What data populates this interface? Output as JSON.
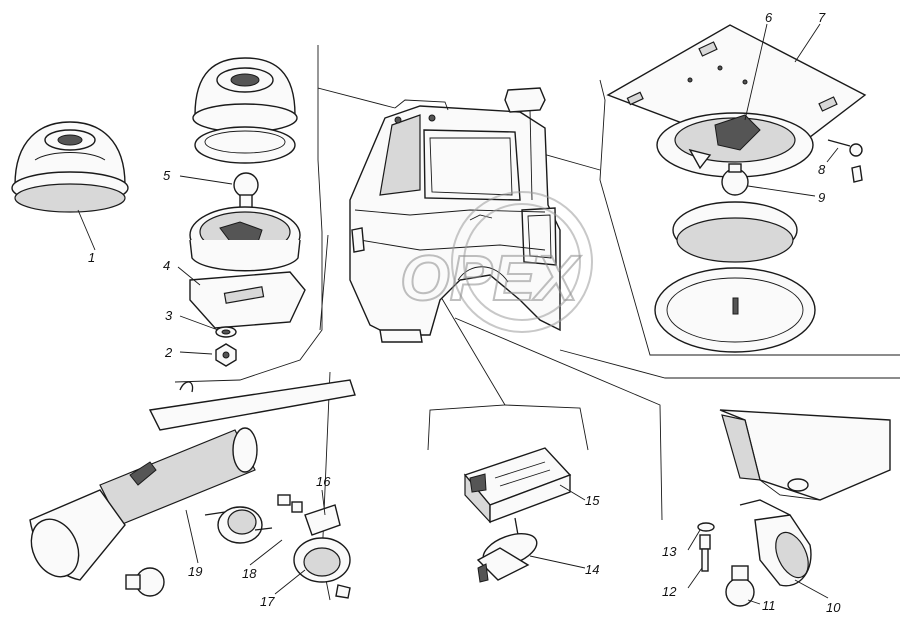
{
  "callouts": [
    {
      "id": "1",
      "text": "1"
    },
    {
      "id": "2",
      "text": "2"
    },
    {
      "id": "3",
      "text": "3"
    },
    {
      "id": "4",
      "text": "4"
    },
    {
      "id": "5",
      "text": "5"
    },
    {
      "id": "6",
      "text": "6"
    },
    {
      "id": "7",
      "text": "7"
    },
    {
      "id": "8",
      "text": "8"
    },
    {
      "id": "9",
      "text": "9"
    },
    {
      "id": "10",
      "text": "10"
    },
    {
      "id": "11",
      "text": "11"
    },
    {
      "id": "12",
      "text": "12"
    },
    {
      "id": "13",
      "text": "13"
    },
    {
      "id": "14",
      "text": "14"
    },
    {
      "id": "15",
      "text": "15"
    },
    {
      "id": "16",
      "text": "16"
    },
    {
      "id": "17",
      "text": "17"
    },
    {
      "id": "18",
      "text": "18"
    },
    {
      "id": "19",
      "text": "19"
    }
  ],
  "watermark": {
    "text": "ОРЕХ",
    "color": "#8c8c8c"
  },
  "colors": {
    "ink": "#1a1a1a",
    "paper": "#ffffff",
    "shade": "#d8d8d8"
  }
}
